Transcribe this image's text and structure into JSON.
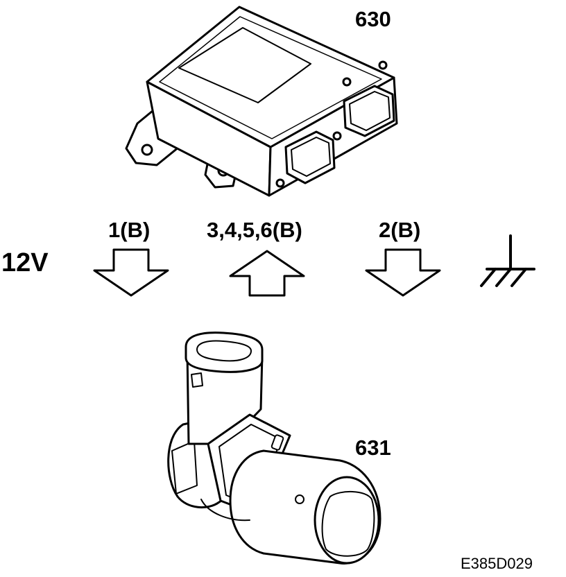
{
  "components": {
    "control_module": {
      "number": "630"
    },
    "sensor": {
      "number": "631"
    }
  },
  "signals": {
    "supply": "12V",
    "arrow_1": {
      "label": "1(B)",
      "direction": "down"
    },
    "arrow_2": {
      "label": "3,4,5,6(B)",
      "direction": "up"
    },
    "arrow_3": {
      "label": "2(B)",
      "direction": "down"
    },
    "ground_symbol": "ground-icon"
  },
  "figure_code": "E385D029",
  "colors": {
    "line": "#000000",
    "background": "#ffffff"
  }
}
